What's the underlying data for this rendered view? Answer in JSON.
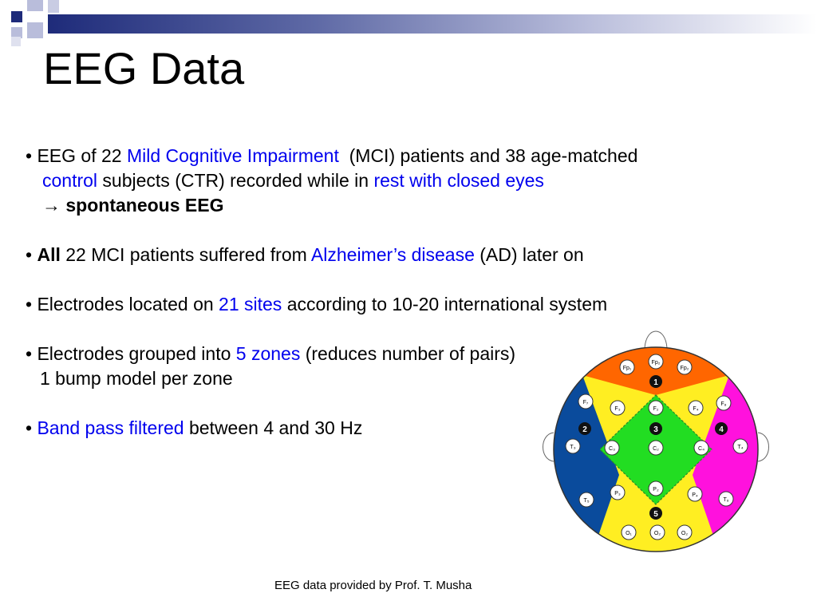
{
  "slide": {
    "title": "EEG Data",
    "bullets": {
      "b1": {
        "bullet": "•",
        "t1": "EEG of 22 ",
        "mci": "Mild Cognitive Impairment",
        "t2": "  (MCI) patients and 38 age-matched",
        "control": "control",
        "t3": " subjects (CTR) recorded while in ",
        "rest": "rest with closed eyes",
        "arrow": "→",
        "spont": "spontaneous EEG"
      },
      "b2": {
        "bullet": "•",
        "all": "All",
        "t1": " 22 MCI patients suffered from ",
        "ad": "Alzheimer’s disease",
        "t2": " (AD) later on"
      },
      "b3": {
        "bullet": "•",
        "t1": "Electrodes located on ",
        "sites": "21 sites",
        "t2": " according to 10-20 international system"
      },
      "b4": {
        "bullet": "•",
        "t1": "Electrodes grouped into ",
        "zones": "5 zones",
        "t2": " (reduces number of pairs)",
        "line2": "1 bump model per zone"
      },
      "b5": {
        "bullet": "•",
        "band": "Band pass filtered",
        "t1": " between 4 and 30 Hz"
      }
    },
    "footer": "EEG data  provided by Prof. T. Musha"
  },
  "diagram": {
    "zones": [
      {
        "num": "1",
        "color": "#ff6600"
      },
      {
        "num": "2",
        "color": "#0a4b9c"
      },
      {
        "num": "3",
        "color": "#22dd22"
      },
      {
        "num": "4",
        "color": "#ff11dd"
      },
      {
        "num": "5",
        "color": "#ffee22"
      }
    ],
    "electrodes": {
      "fp1": "Fp₁",
      "fpz": "Fp₂",
      "fp2": "Fp₂",
      "f7": "F₇",
      "f3": "F₃",
      "fz": "F₂",
      "f4": "F₄",
      "f8": "F₈",
      "t3": "T₃",
      "c3": "C₃",
      "cz": "C₂",
      "c4": "C₄",
      "t4": "T₄",
      "t5": "T₅",
      "p3": "P₃",
      "pz": "P₂",
      "p4": "P₄",
      "t6": "T₆",
      "o1": "O₁",
      "oz": "O₂",
      "o2": "O₂"
    }
  }
}
